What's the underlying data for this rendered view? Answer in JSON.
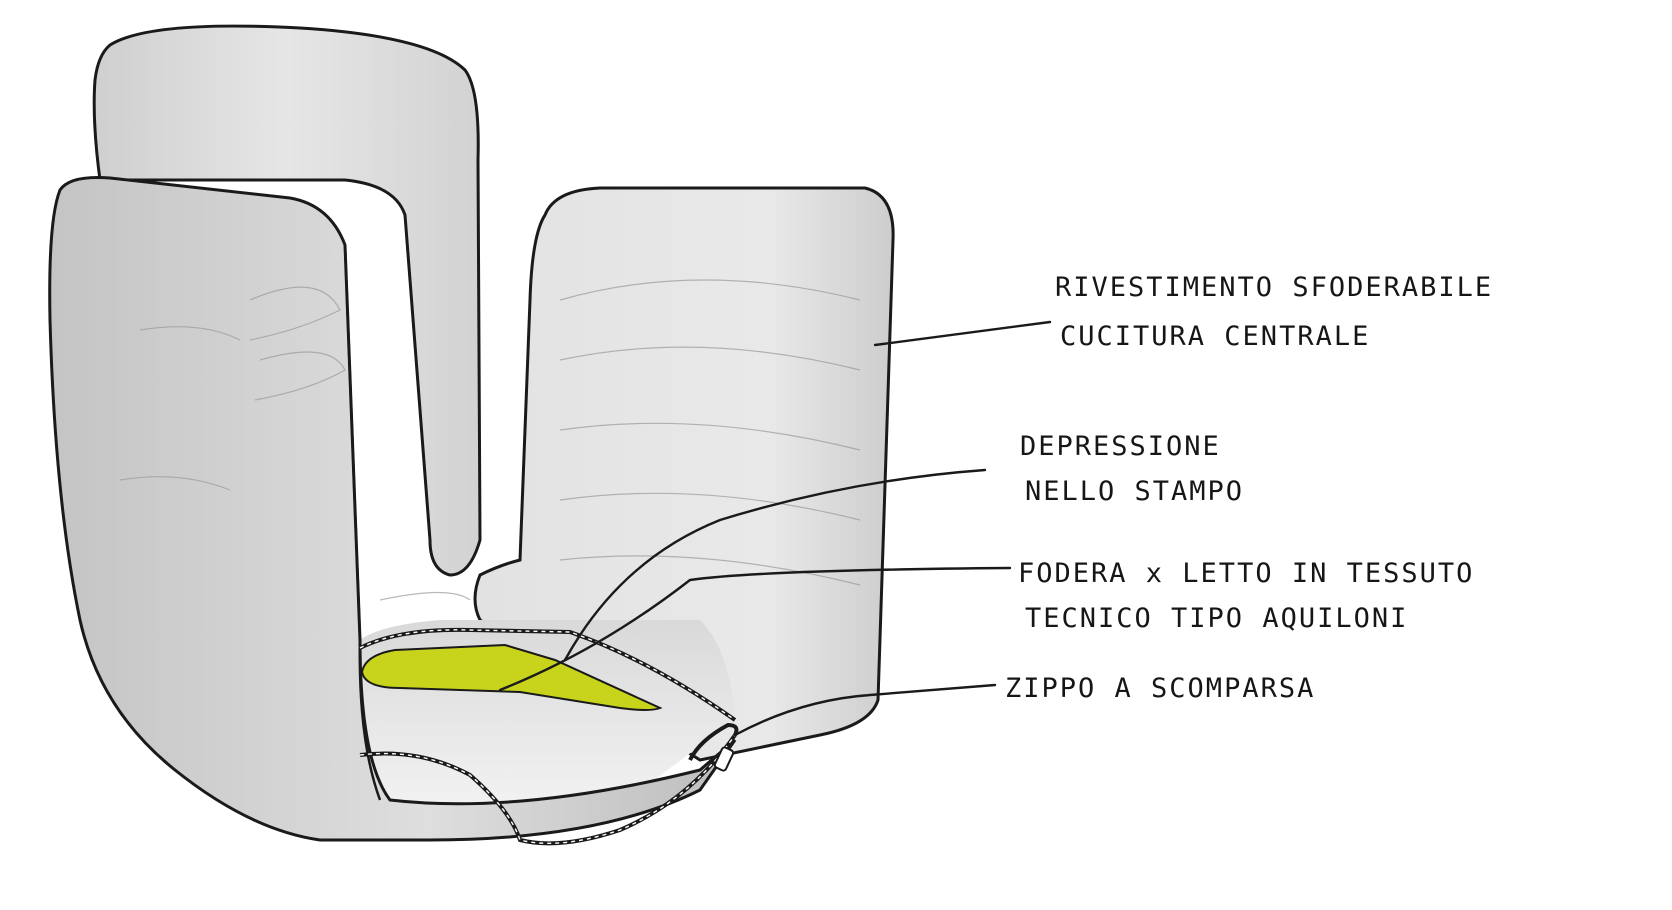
{
  "annotations": [
    {
      "id": "cover",
      "lines": [
        "RIVESTIMENTO SFODERABILE",
        "CUCITURA CENTRALE"
      ]
    },
    {
      "id": "depression",
      "lines": [
        "DEPRESSIONE",
        "NELLO STAMPO"
      ]
    },
    {
      "id": "lining",
      "lines": [
        "FODERA x LETTO IN TESSUTO",
        "TECNICO TIPO AQUILONI"
      ]
    },
    {
      "id": "zipper",
      "lines": [
        "ZIPPO A SCOMPARSA"
      ]
    }
  ],
  "colors": {
    "shell": "#dcdcdc",
    "shell_dark": "#b9b9b9",
    "inner": "#e9e9e9",
    "lining": "#c8d41c",
    "ink": "#1a1a1a"
  }
}
